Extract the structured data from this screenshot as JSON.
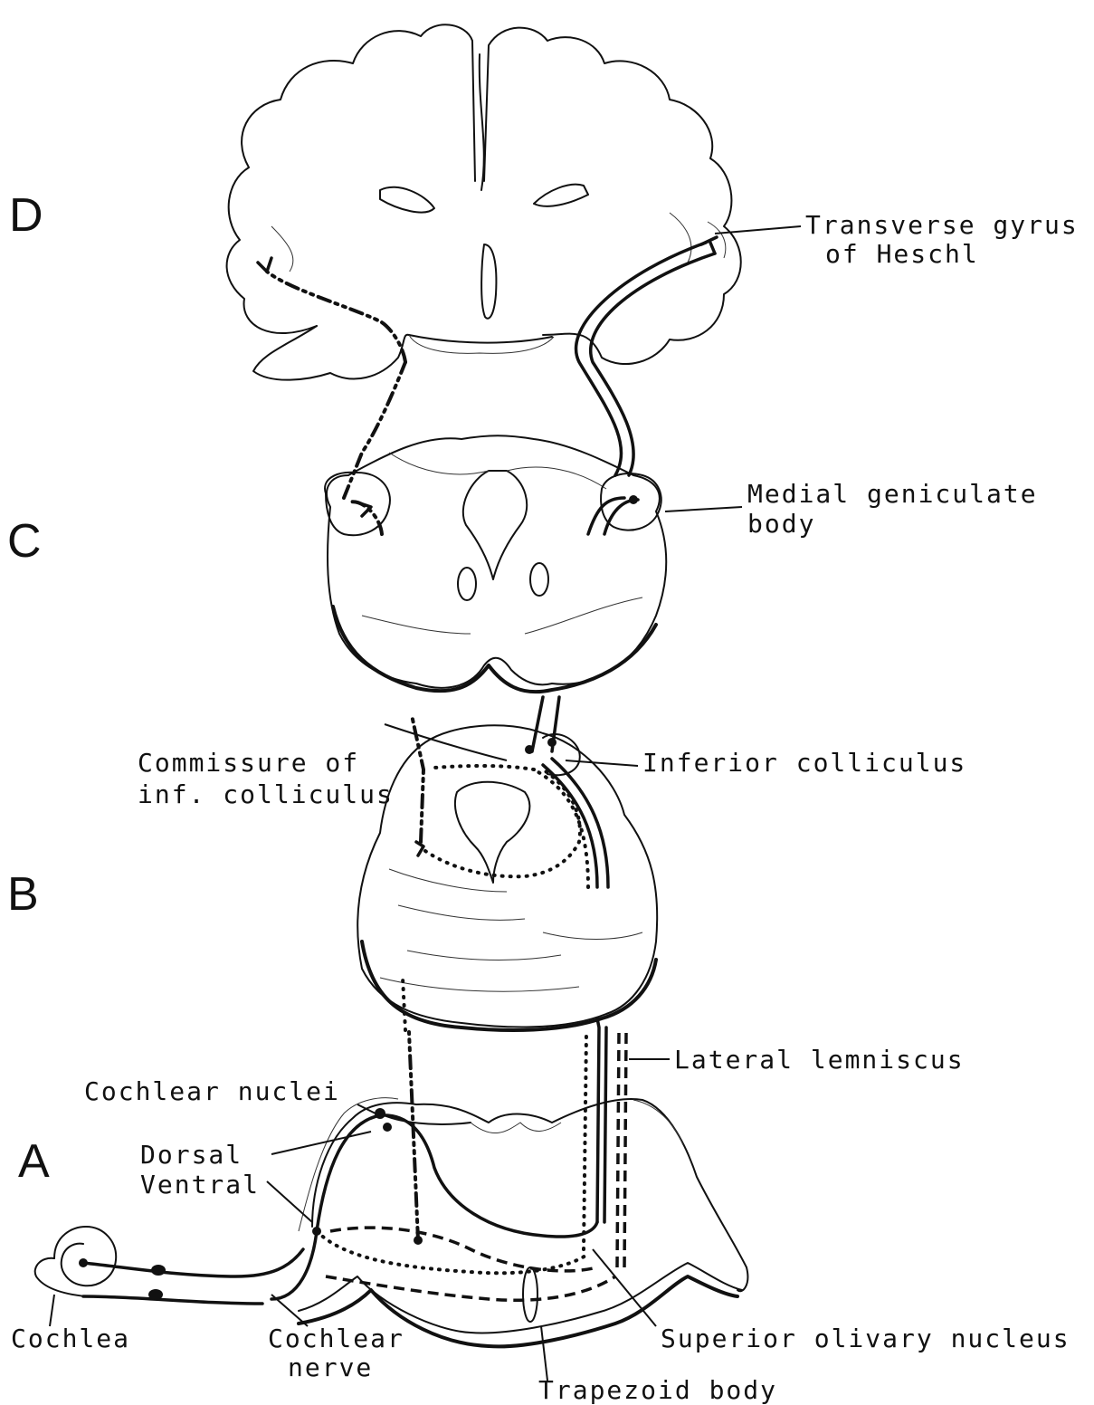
{
  "levels": {
    "a": "A",
    "b": "B",
    "c": "C",
    "d": "D"
  },
  "labels": {
    "heschl_line1": "Transverse gyrus",
    "heschl_line2": "of Heschl",
    "mgb_line1": "Medial geniculate",
    "mgb_line2": "body",
    "commissure_line1": "Commissure of",
    "commissure_line2": "inf. colliculus",
    "inferior_colliculus": "Inferior colliculus",
    "lateral_lemniscus": "Lateral lemniscus",
    "cochlear_nuclei": "Cochlear nuclei",
    "dorsal": "Dorsal",
    "ventral": "Ventral",
    "cochlea": "Cochlea",
    "cochlear_nerve_line1": "Cochlear",
    "cochlear_nerve_line2": "nerve",
    "superior_olivary": "Superior olivary nucleus",
    "trapezoid": "Trapezoid body"
  }
}
